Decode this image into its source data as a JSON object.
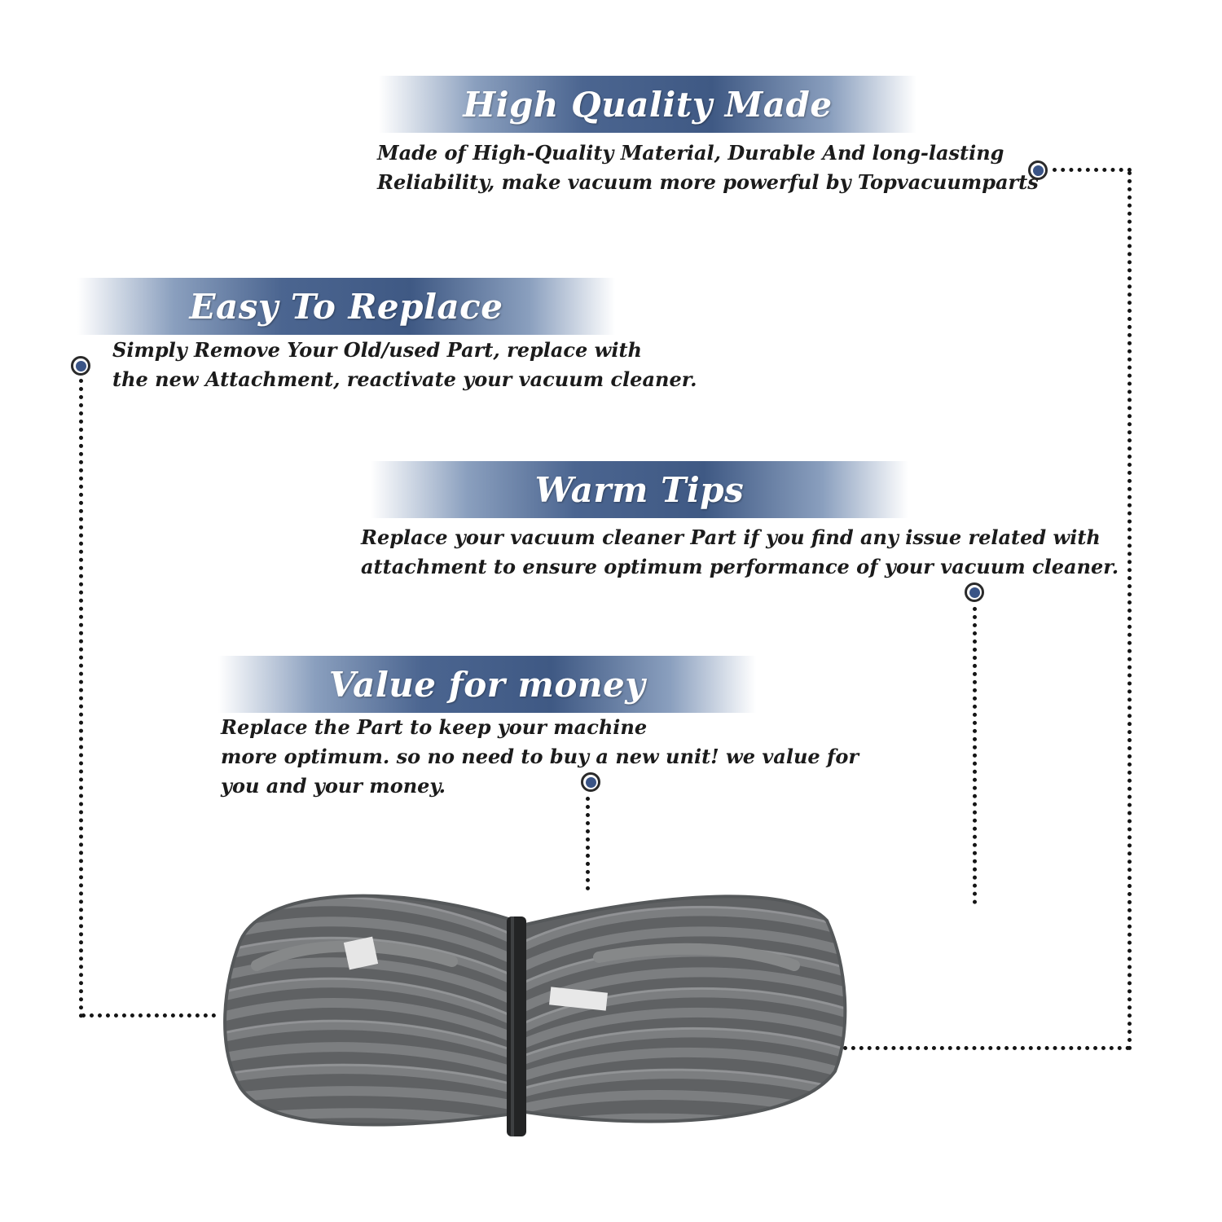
{
  "features": [
    {
      "title": "High Quality Made",
      "lines": [
        "Made of  High-Quality Material, Durable And long-lasting",
        "Reliability, make vacuum more powerful by Topvacuumparts"
      ]
    },
    {
      "title": "Easy To Replace",
      "lines": [
        "Simply Remove Your Old/used Part, replace with",
        "the new Attachment, reactivate your vacuum cleaner."
      ]
    },
    {
      "title": "Warm Tips",
      "lines": [
        "Replace your vacuum cleaner Part if you find any issue related with",
        " attachment to ensure optimum performance of your vacuum cleaner."
      ]
    },
    {
      "title": "Value for money",
      "lines": [
        "Replace the Part to keep your machine",
        "more optimum. so no need to buy a new unit! we value for",
        "you and your money."
      ]
    }
  ],
  "colors": {
    "banner_dark": "#3f5984",
    "marker_fill": "#3a5486",
    "cord": "#77797a",
    "text": "#1b1b1b"
  }
}
